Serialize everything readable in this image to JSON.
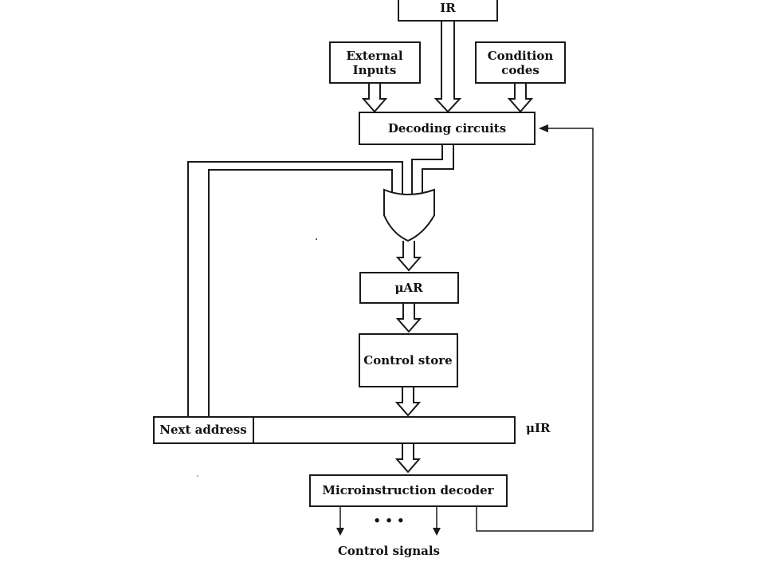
{
  "diagram": {
    "ir_label": "IR",
    "external_inputs_line1": "External",
    "external_inputs_line2": "Inputs",
    "condition_codes_line1": "Condition",
    "condition_codes_line2": "codes",
    "decoding_circuits_label": "Decoding circuits",
    "uar_label": "μAR",
    "control_store_label": "Control store",
    "next_address_label": "Next address",
    "uir_label": "μIR",
    "microinstruction_decoder_label": "Microinstruction decoder",
    "ellipsis": "• • •",
    "control_signals_label": "Control signals"
  }
}
